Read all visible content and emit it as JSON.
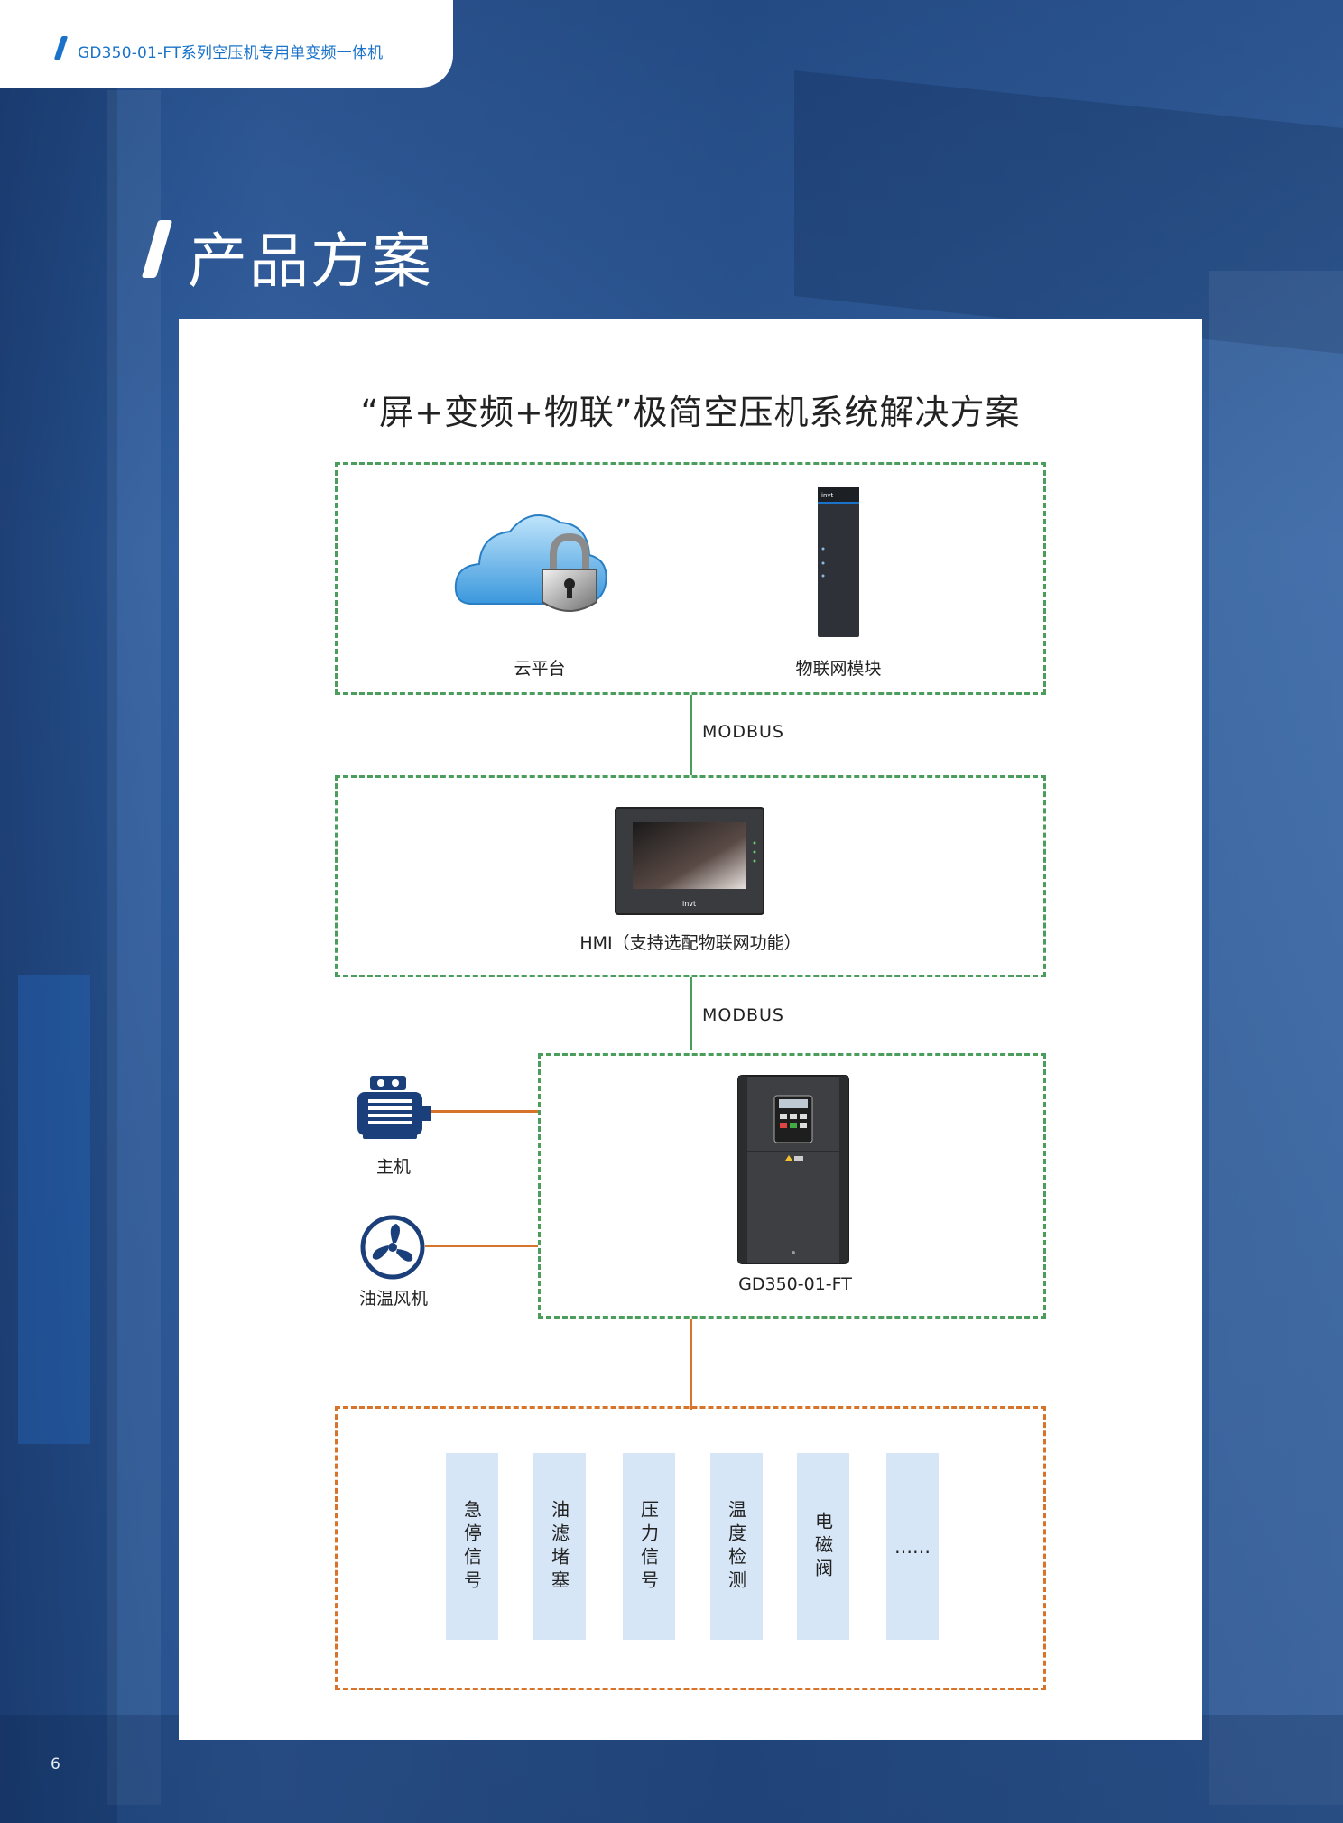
{
  "header": {
    "title": "GD350-01-FT系列空压机专用单变频一体机"
  },
  "section": {
    "title": "产品方案"
  },
  "diagram": {
    "title": "“屏+变频+物联”极简空压机系统解决方案",
    "top_box": {
      "cloud_label": "云平台",
      "iot_label": "物联网模块"
    },
    "link1": "MODBUS",
    "hmi_box": {
      "label": "HMI（支持选配物联网功能）"
    },
    "link2": "MODBUS",
    "drive_box": {
      "label": "GD350-01-FT"
    },
    "motor_label": "主机",
    "fan_label": "油温风机",
    "signals": [
      "急停信号",
      "油滤堵塞",
      "压力信号",
      "温度检测",
      "电磁阀",
      "……"
    ],
    "colors": {
      "green": "#4a9d5a",
      "orange": "#d7742b",
      "signal_bg": "#d6e6f6",
      "icon_blue": "#1b3f7a"
    }
  },
  "footer": {
    "page_number": "6"
  }
}
